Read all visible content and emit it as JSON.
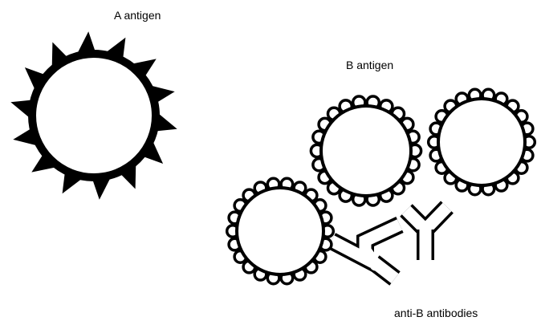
{
  "labels": {
    "a_antigen": "A antigen",
    "b_antigen": "B antigen",
    "anti_b_antibodies": "anti-B antibodies"
  },
  "colors": {
    "ink": "#000000",
    "cell_fill": "#ffffff",
    "background": "#ffffff"
  },
  "cells": [
    {
      "id": "cell-a",
      "antigen": "A",
      "marker": "triangle-spikes",
      "spike_count": 14
    },
    {
      "id": "cell-b-1",
      "antigen": "B",
      "marker": "scallop-bumps",
      "bump_count": 22
    },
    {
      "id": "cell-b-2",
      "antigen": "B",
      "marker": "scallop-bumps",
      "bump_count": 22
    },
    {
      "id": "cell-b-3",
      "antigen": "B",
      "marker": "scallop-bumps",
      "bump_count": 22
    }
  ],
  "antibodies": [
    {
      "id": "antibody-1",
      "type": "anti-B",
      "shape": "Y"
    },
    {
      "id": "antibody-2",
      "type": "anti-B",
      "shape": "Y"
    }
  ]
}
